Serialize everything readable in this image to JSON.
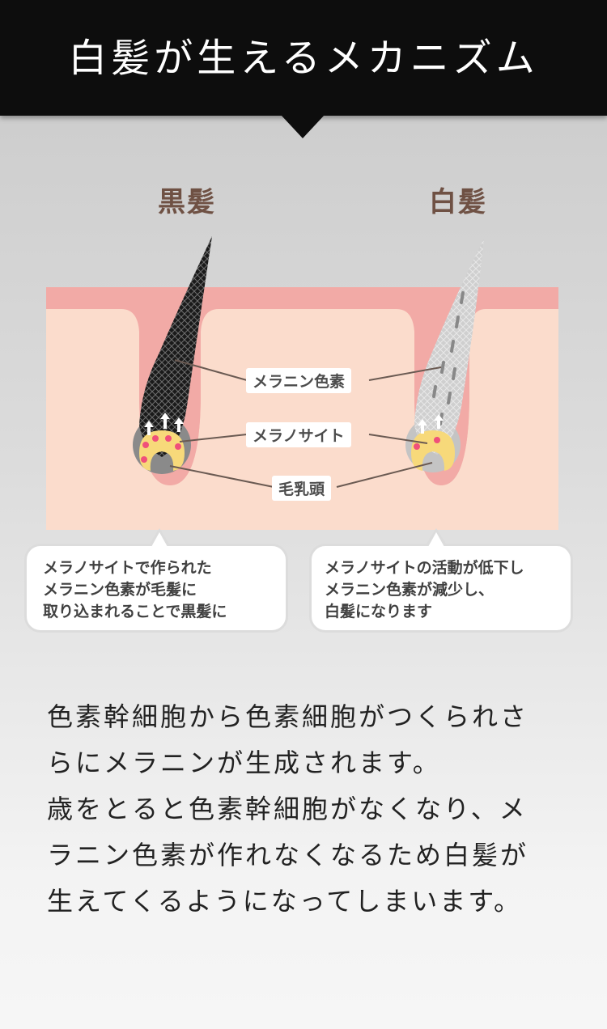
{
  "header": {
    "title": "白髪が生えるメカニズム"
  },
  "diagram": {
    "black_hair": {
      "title": "黒髪"
    },
    "white_hair": {
      "title": "白髪"
    },
    "labels": {
      "melanin": "メラニン色素",
      "melanocyte": "メラノサイト",
      "papilla": "毛乳頭"
    },
    "colors": {
      "skin_outer": "#f2aaa6",
      "skin_inner": "#fbdccc",
      "black_hair": "#1a1a1a",
      "white_hair": "#c8c8c8",
      "papilla": "#f7d97a",
      "title_brown": "#6f5144"
    }
  },
  "bubbles": {
    "left": {
      "lines": [
        "メラノサイトで作られた",
        "メラニン色素が毛髪に",
        "取り込まれることで黒髪に"
      ]
    },
    "right": {
      "lines": [
        "メラノサイトの活動が低下し",
        "メラニン色素が減少し、",
        "白髪になります"
      ]
    }
  },
  "body": {
    "lines": [
      "色素幹細胞から色素細胞がつくられさ",
      "らにメラニンが生成されます。",
      "歳をとると色素幹細胞がなくなり、メ",
      "ラニン色素が作れなくなるため白髪が",
      "生えてくるようになってしまいます。"
    ]
  }
}
